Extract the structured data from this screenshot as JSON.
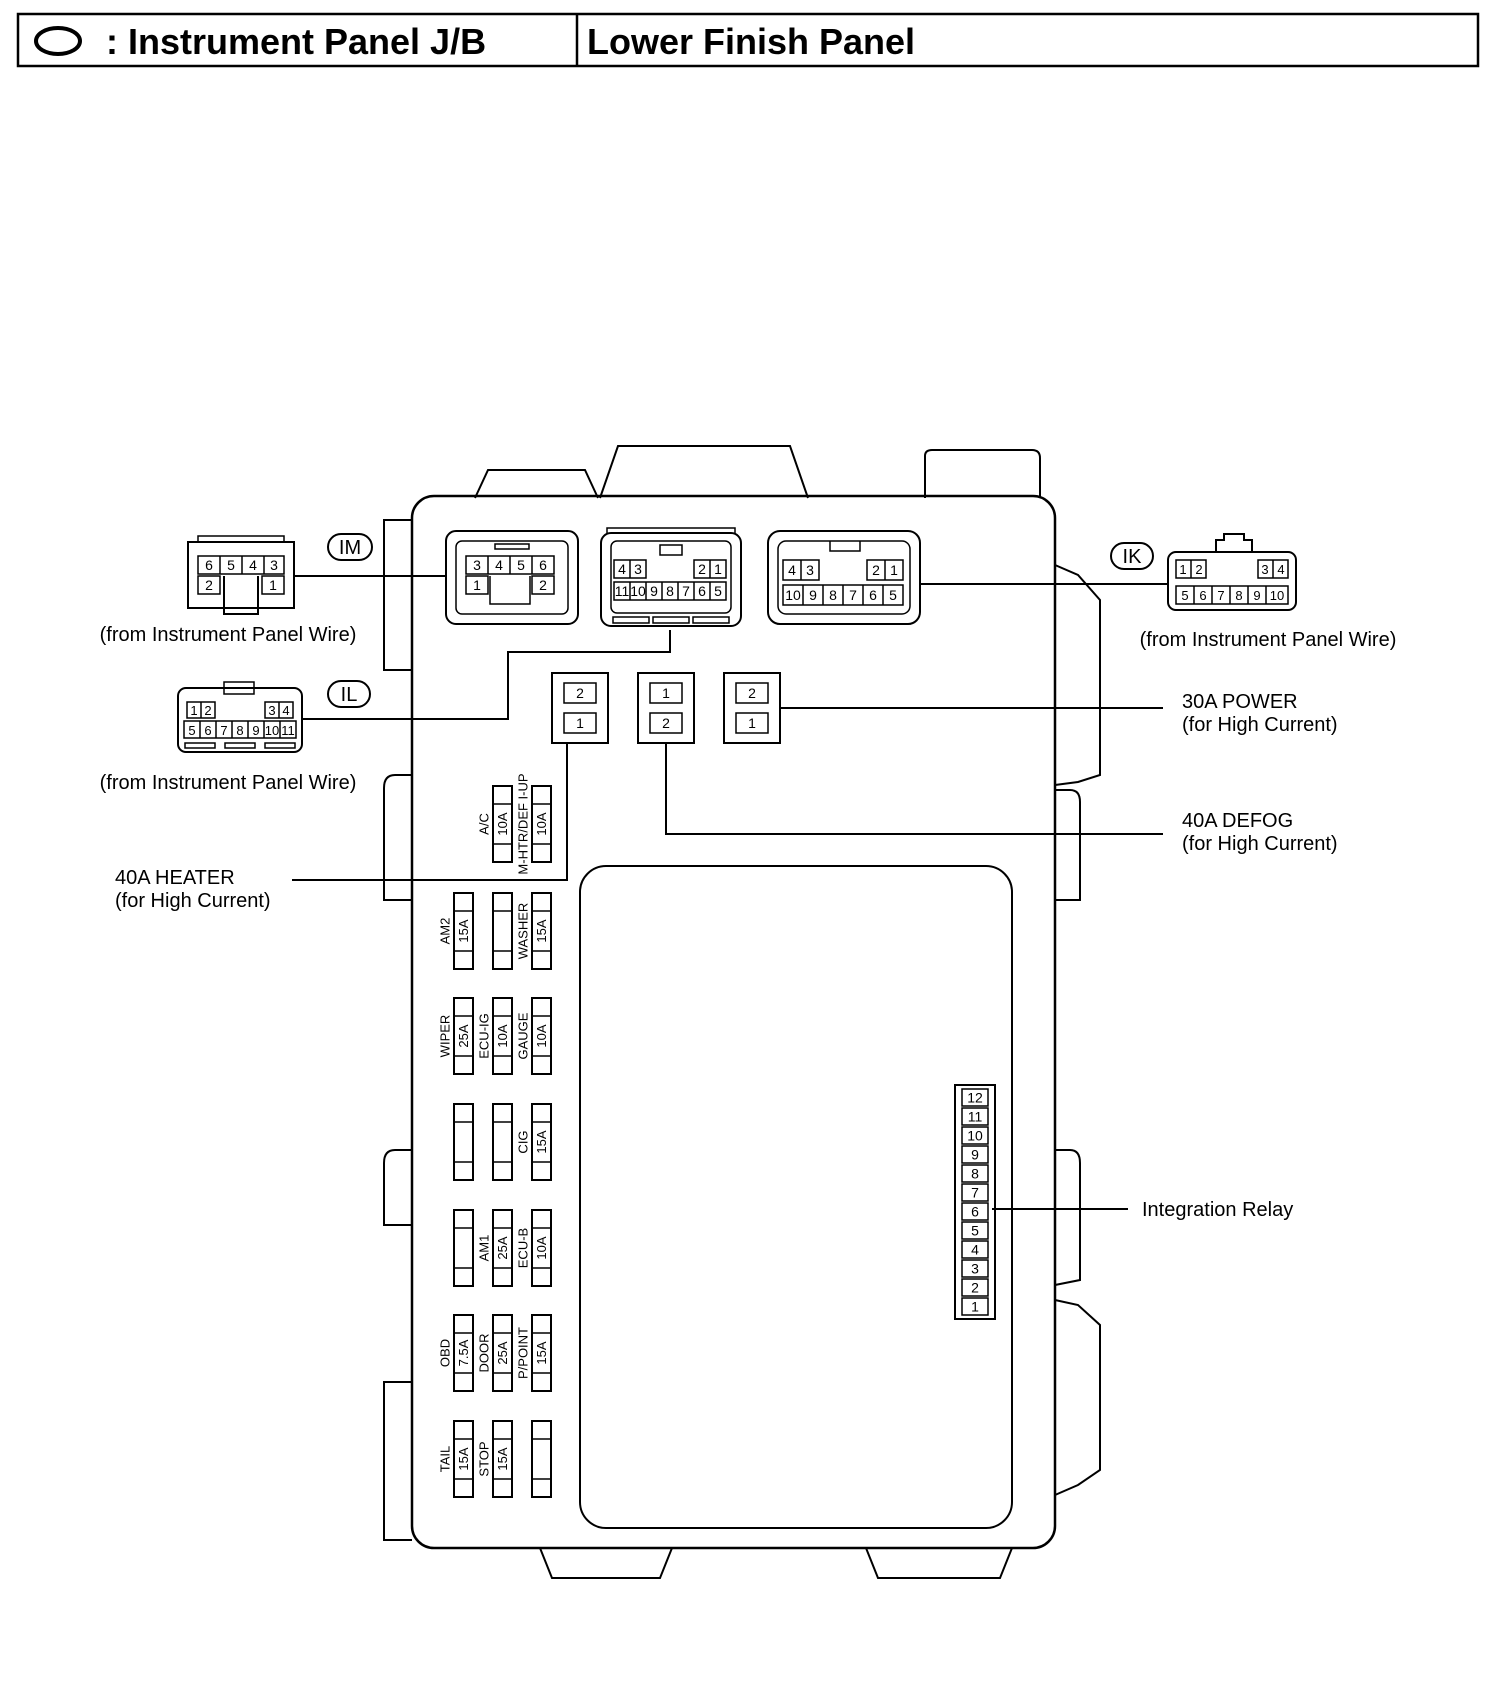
{
  "header": {
    "jb_title": ": Instrument Panel J/B",
    "location": "Lower Finish Panel"
  },
  "connectors": {
    "IM": {
      "code": "IM",
      "caption": "(from Instrument Panel Wire)",
      "jb_row1": [
        "3",
        "4",
        "5",
        "6"
      ],
      "jb_row2": [
        "1",
        "2"
      ],
      "ext_row1": [
        "6",
        "5",
        "4",
        "3"
      ],
      "ext_row2": [
        "2",
        "1"
      ]
    },
    "IL": {
      "code": "IL",
      "caption": "(from Instrument Panel Wire)",
      "jb_row1": [
        "4",
        "3",
        "2",
        "1"
      ],
      "jb_row2": [
        "11",
        "10",
        "9",
        "8",
        "7",
        "6",
        "5"
      ],
      "ext_row1": [
        "1",
        "2",
        "3",
        "4"
      ],
      "ext_row2": [
        "5",
        "6",
        "7",
        "8",
        "9",
        "10",
        "11"
      ]
    },
    "IK": {
      "code": "IK",
      "caption": "(from Instrument Panel Wire)",
      "jb_row1": [
        "4",
        "3",
        "2",
        "1"
      ],
      "jb_row2": [
        "10",
        "9",
        "8",
        "7",
        "6",
        "5"
      ],
      "ext_row1": [
        "1",
        "2",
        "3",
        "4"
      ],
      "ext_row2": [
        "5",
        "6",
        "7",
        "8",
        "9",
        "10"
      ]
    }
  },
  "high_current_fuses": [
    {
      "label": "40A HEATER",
      "sub": "(for High Current)",
      "pins": [
        "2",
        "1"
      ]
    },
    {
      "label": "40A DEFOG",
      "sub": "(for High Current)",
      "pins": [
        "1",
        "2"
      ]
    },
    {
      "label": "30A POWER",
      "sub": "(for High Current)",
      "pins": [
        "2",
        "1"
      ]
    }
  ],
  "fuse_rows": [
    [
      {
        "name": "A/C",
        "amp": "10A"
      },
      {
        "name": "M-HTR/DEF I-UP",
        "amp": "10A"
      }
    ],
    [
      {
        "name": "AM2",
        "amp": "15A"
      },
      {
        "name": "",
        "amp": ""
      },
      {
        "name": "WASHER",
        "amp": "15A"
      }
    ],
    [
      {
        "name": "WIPER",
        "amp": "25A"
      },
      {
        "name": "ECU-IG",
        "amp": "10A"
      },
      {
        "name": "GAUGE",
        "amp": "10A"
      }
    ],
    [
      {
        "name": "",
        "amp": ""
      },
      {
        "name": "",
        "amp": ""
      },
      {
        "name": "CIG",
        "amp": "15A"
      }
    ],
    [
      {
        "name": "",
        "amp": ""
      },
      {
        "name": "AM1",
        "amp": "25A"
      },
      {
        "name": "ECU-B",
        "amp": "10A"
      }
    ],
    [
      {
        "name": "OBD",
        "amp": "7.5A"
      },
      {
        "name": "DOOR",
        "amp": "25A"
      },
      {
        "name": "P/POINT",
        "amp": "15A"
      }
    ],
    [
      {
        "name": "TAIL",
        "amp": "15A"
      },
      {
        "name": "STOP",
        "amp": "15A"
      },
      {
        "name": "",
        "amp": ""
      }
    ]
  ],
  "integration_relay": {
    "label": "Integration Relay",
    "pins": [
      "12",
      "11",
      "10",
      "9",
      "8",
      "7",
      "6",
      "5",
      "4",
      "3",
      "2",
      "1"
    ]
  }
}
